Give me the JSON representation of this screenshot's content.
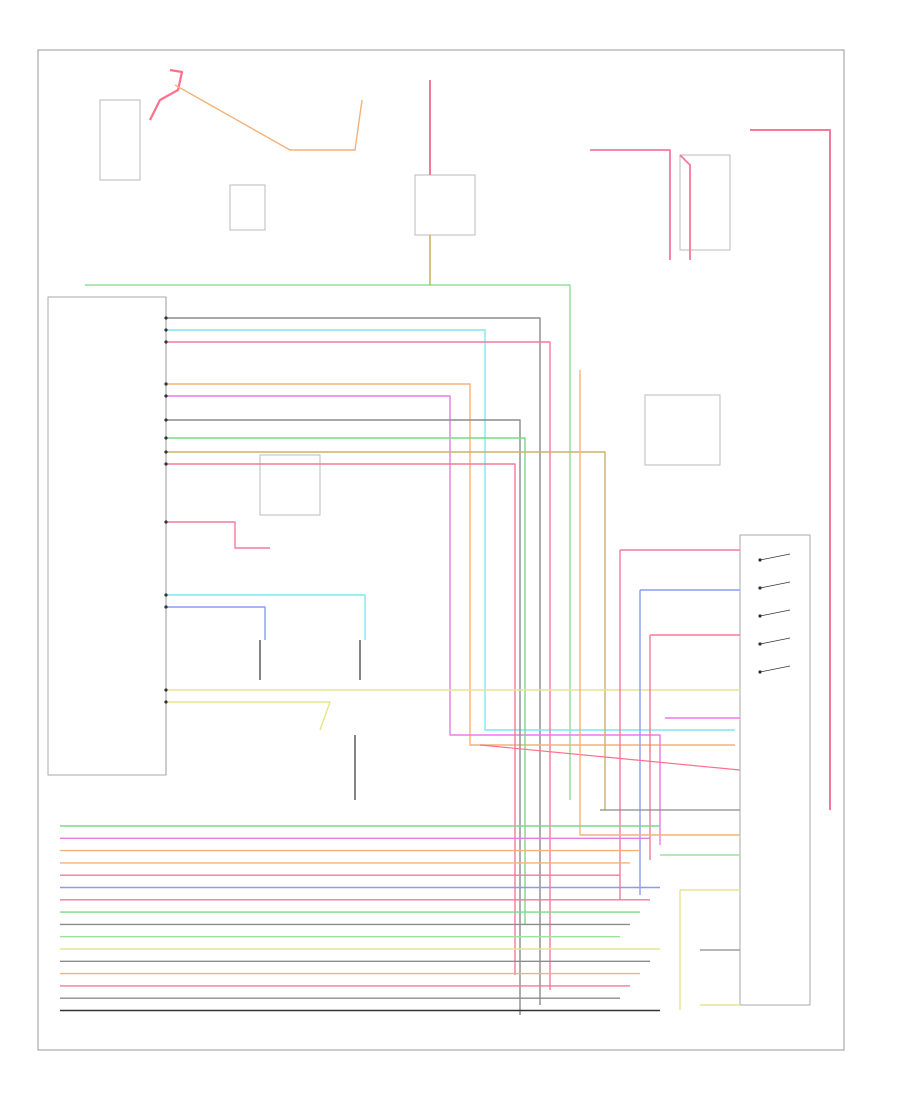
{
  "wire_colors": {
    "pink": "#f47a9a",
    "orange": "#f4b27a",
    "green": "#7ad98a",
    "light_green": "#9be39b",
    "cyan": "#7ae8ef",
    "magenta": "#ea7ae8",
    "blue": "#8a9cf2",
    "yellow": "#e8e48a",
    "tan": "#cbb26a",
    "gray": "#8c8c8c",
    "black": "#333333",
    "red_pink": "#ff6f8e"
  },
  "wires": [
    {
      "id": "w-left-1",
      "color": "gray"
    },
    {
      "id": "w-left-2",
      "color": "cyan"
    },
    {
      "id": "w-left-3",
      "color": "pink"
    },
    {
      "id": "w-left-4",
      "color": "orange"
    },
    {
      "id": "w-left-5",
      "color": "magenta"
    },
    {
      "id": "w-left-6",
      "color": "gray"
    },
    {
      "id": "w-left-7",
      "color": "green"
    },
    {
      "id": "w-left-8",
      "color": "tan"
    },
    {
      "id": "w-left-9",
      "color": "pink"
    },
    {
      "id": "w-left-10",
      "color": "cyan"
    },
    {
      "id": "w-left-11",
      "color": "blue"
    },
    {
      "id": "w-left-12",
      "color": "yellow"
    },
    {
      "id": "w-left-13",
      "color": "yellow"
    }
  ],
  "bottom_harness_colors": [
    "green",
    "magenta",
    "orange",
    "orange",
    "pink",
    "blue",
    "pink",
    "green",
    "gray",
    "light_green",
    "yellow",
    "gray",
    "orange",
    "pink",
    "gray",
    "black"
  ],
  "right_connector_colors": [
    "pink",
    "blue",
    "pink",
    "yellow",
    "magenta",
    "cyan",
    "pink",
    "gray",
    "light_green",
    "yellow",
    "gray",
    "yellow"
  ]
}
